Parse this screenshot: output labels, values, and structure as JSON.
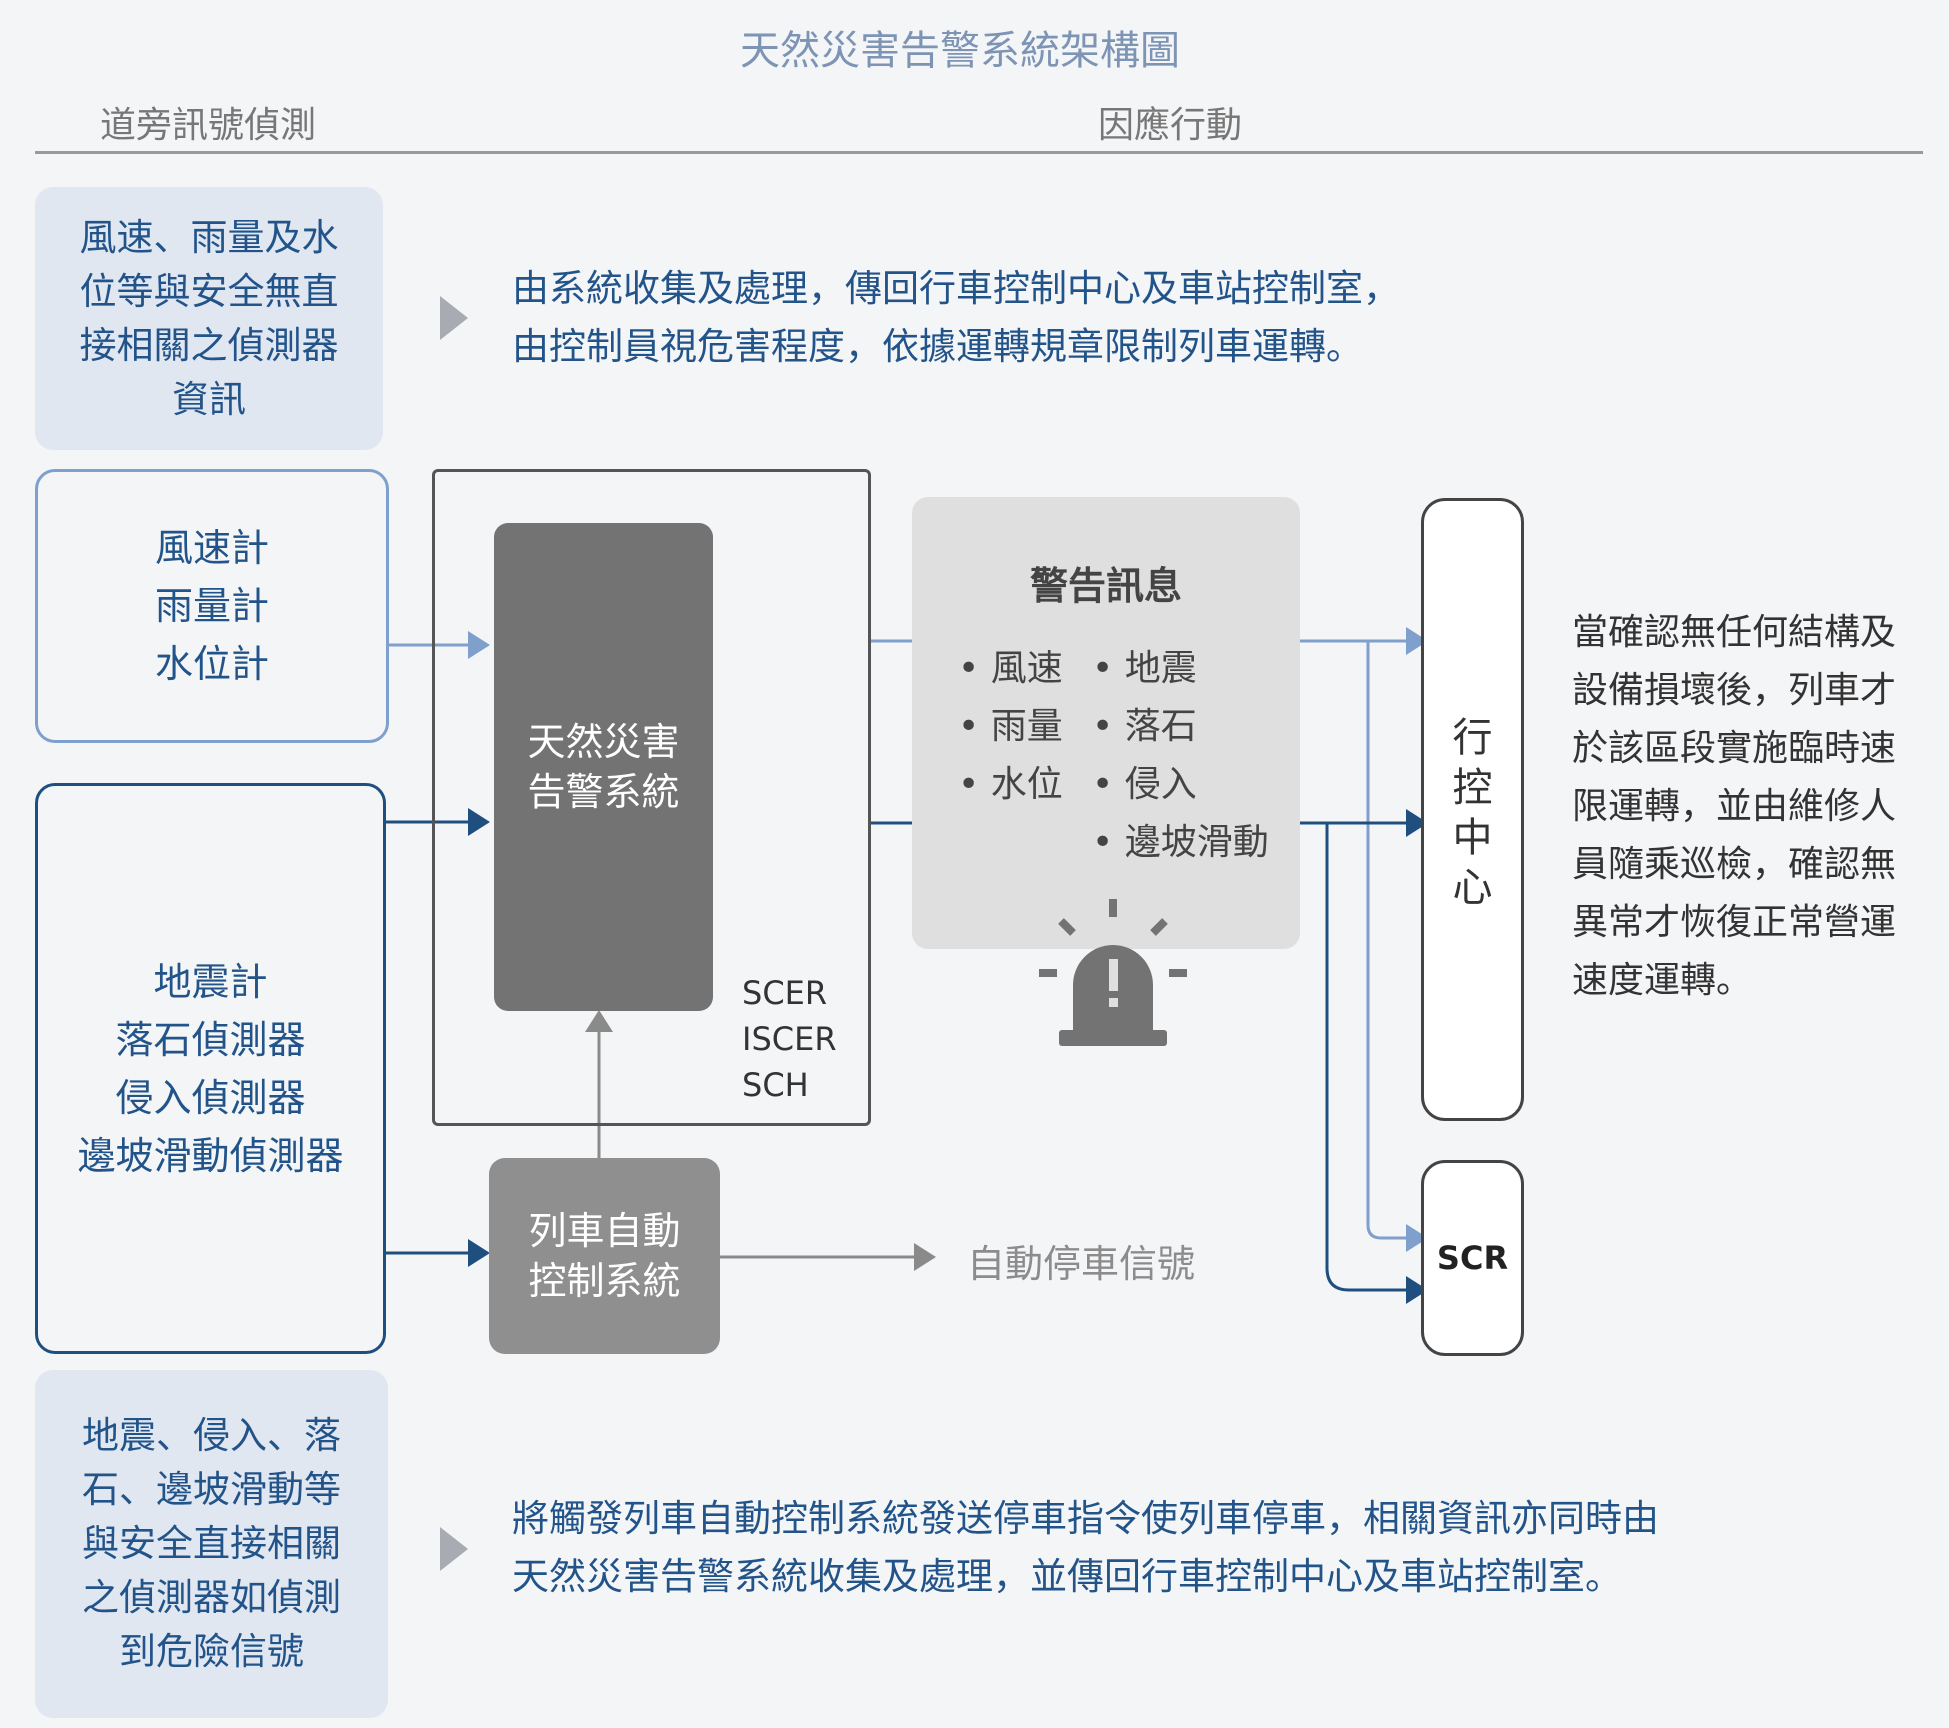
{
  "title": "天然災害告警系統架構圖",
  "headers": {
    "left": "道旁訊號偵測",
    "right": "因應行動"
  },
  "top_info": {
    "lines": [
      "風速、雨量及水",
      "位等與安全無直",
      "接相關之偵測器",
      "資訊"
    ],
    "action_lines": [
      "由系統收集及處理，傳回行車控制中心及車站控制室，",
      "由控制員視危害程度，依據運轉規章限制列車運轉。"
    ]
  },
  "sensors_group1": [
    "風速計",
    "雨量計",
    "水位計"
  ],
  "sensors_group2": [
    "地震計",
    "落石偵測器",
    "侵入偵測器",
    "邊坡滑動偵測器"
  ],
  "core_system": [
    "天然災害",
    "告警系統"
  ],
  "core_sublabels": [
    "SCER",
    "ISCER",
    "SCH"
  ],
  "auto_control": [
    "列車自動",
    "控制系統"
  ],
  "auto_stop_signal": "自動停車信號",
  "warning": {
    "title": "警告訊息",
    "col1": [
      "風速",
      "雨量",
      "水位"
    ],
    "col2": [
      "地震",
      "落石",
      "侵入",
      "邊坡滑動"
    ],
    "icon": "alarm-light-icon"
  },
  "control_center": [
    "行",
    "控",
    "中",
    "心"
  ],
  "scr_label": "SCR",
  "right_note": [
    "當確認無任何結構及",
    "設備損壞後，列車才",
    "於該區段實施臨時速",
    "限運轉，並由維修人",
    "員隨乘巡檢，確認無",
    "異常才恢復正常營運",
    "速度運轉。"
  ],
  "bottom_info": {
    "lines": [
      "地震、侵入、落",
      "石、邊坡滑動等",
      "與安全直接相關",
      "之偵測器如偵測",
      "到危險信號"
    ],
    "action_lines": [
      "將觸發列車自動控制系統發送停車指令使列車停車，相關資訊亦同時由",
      "天然災害告警系統收集及處理，並傳回行車控制中心及車站控制室。"
    ]
  },
  "colors": {
    "light_blue": "#7f9fcc",
    "dark_blue": "#1f4f7f",
    "gray": "#8a8a8a"
  }
}
